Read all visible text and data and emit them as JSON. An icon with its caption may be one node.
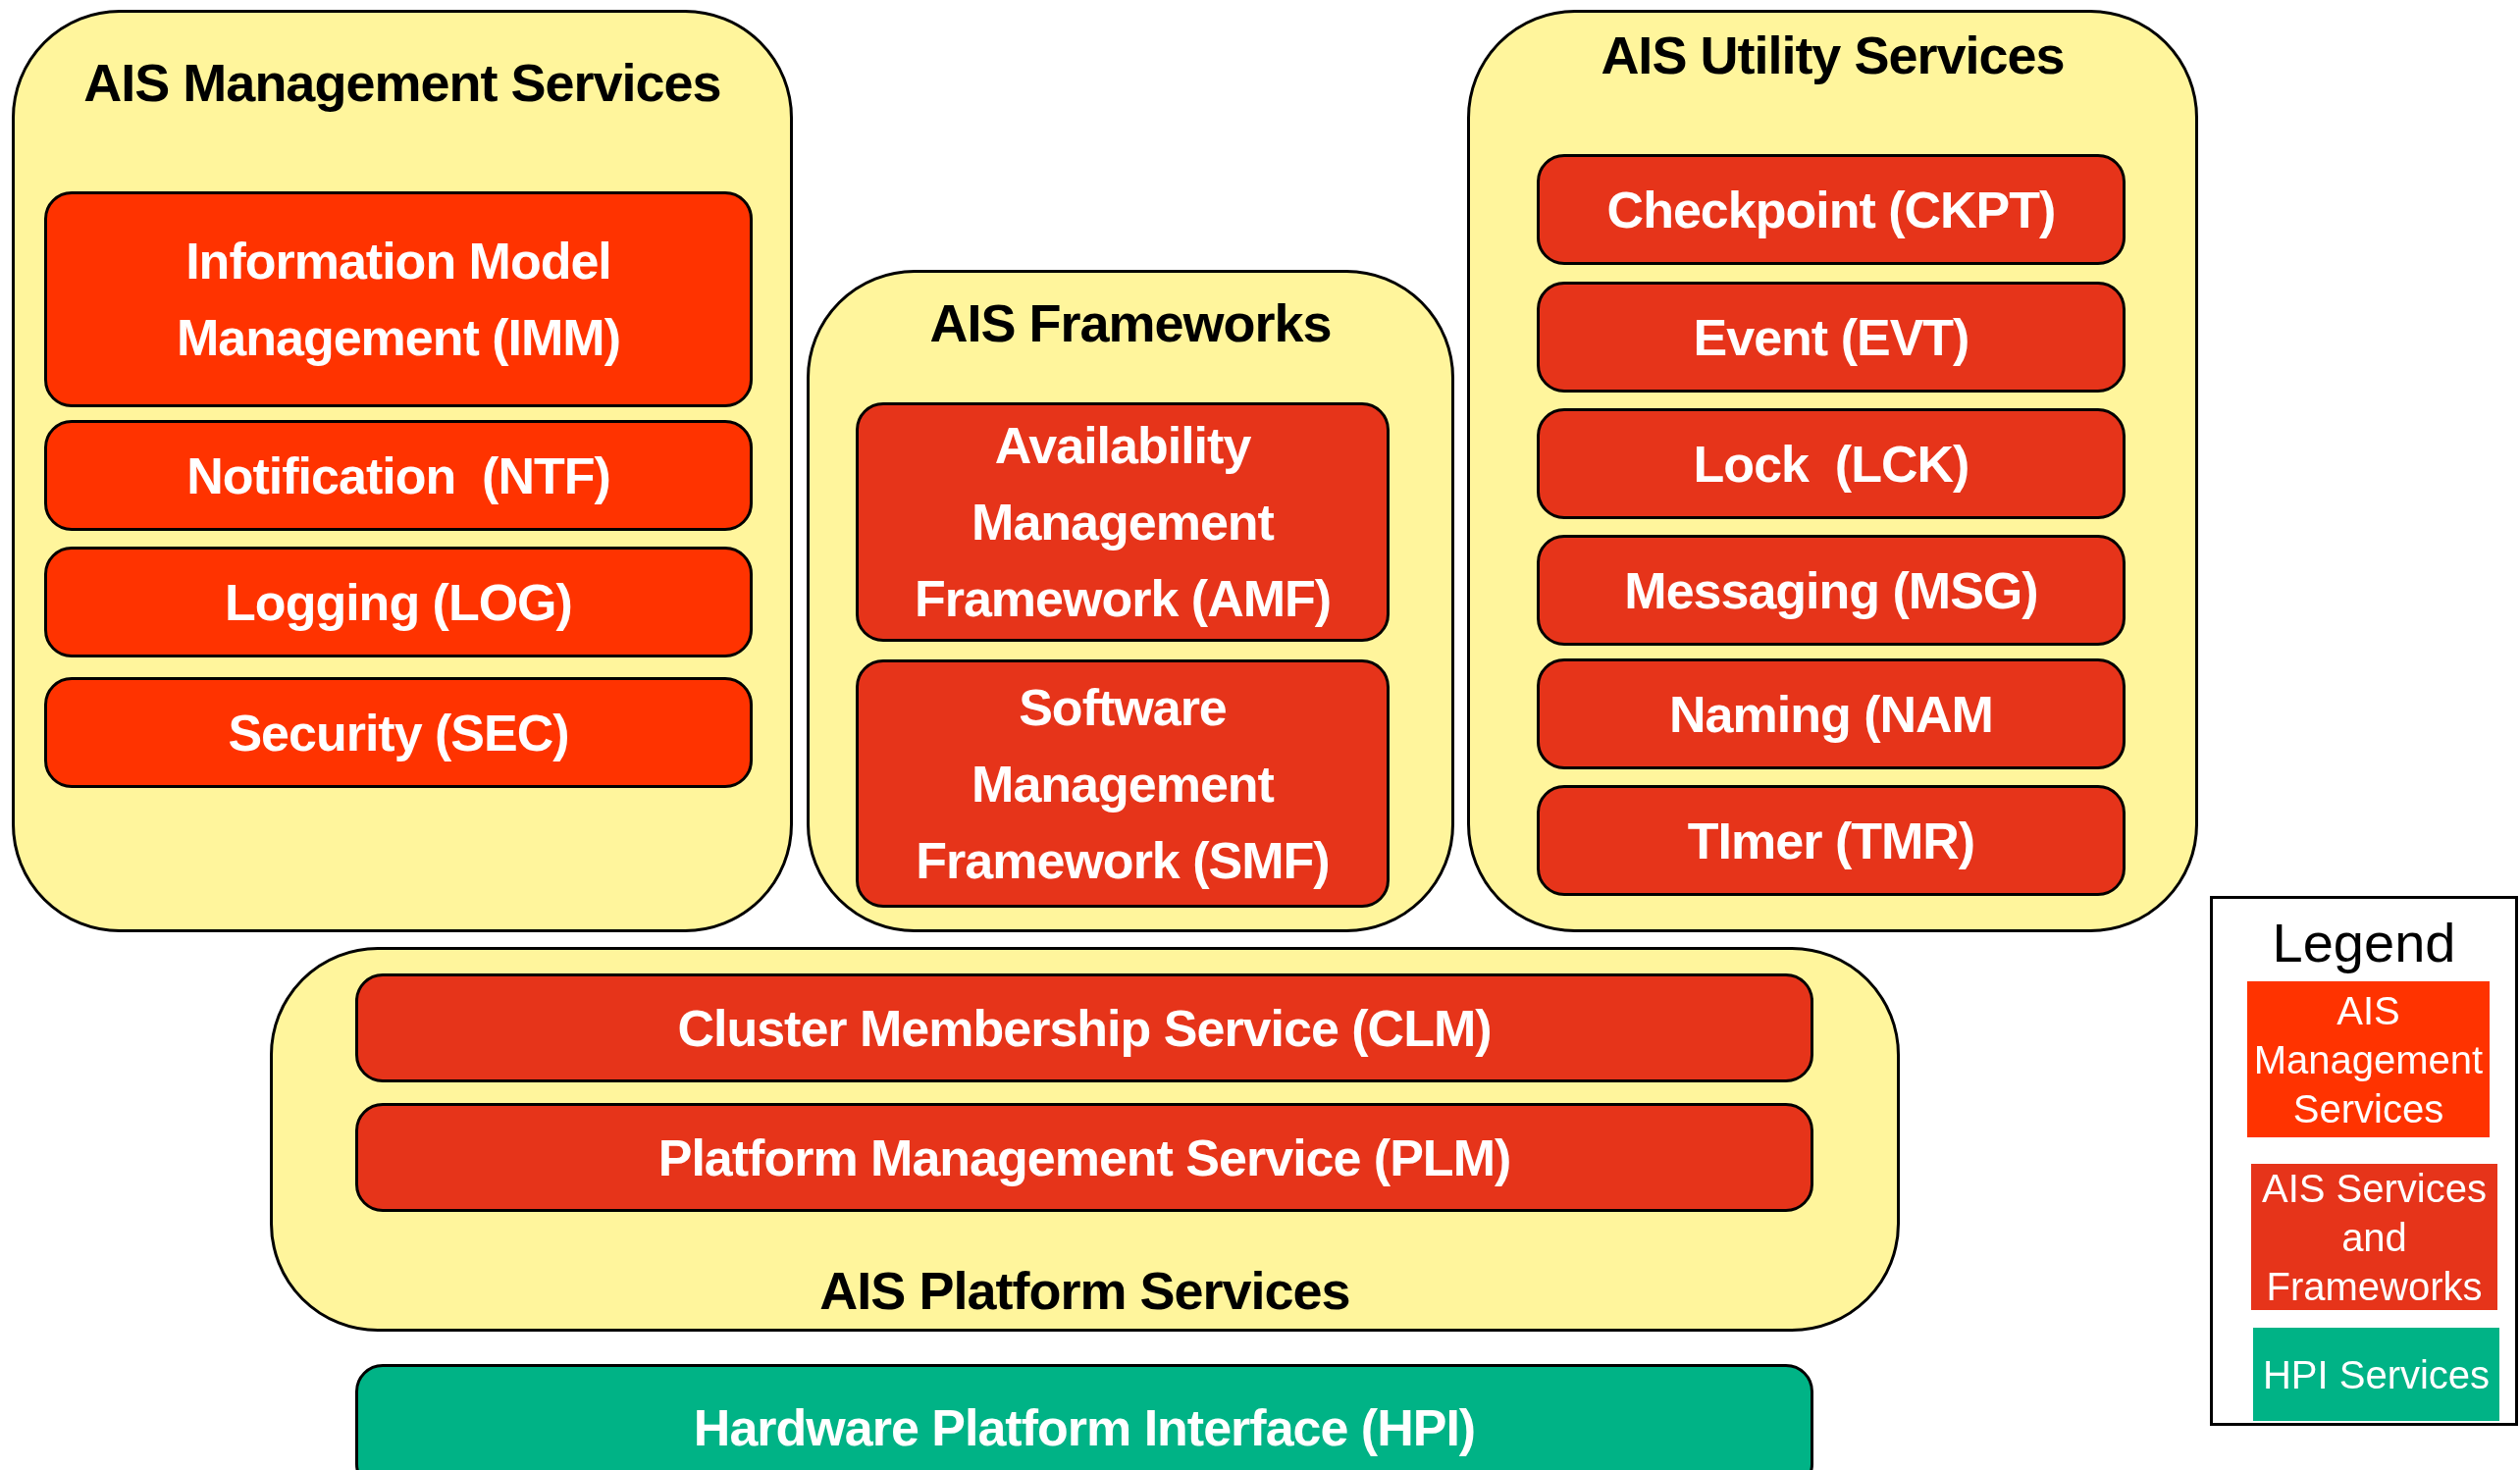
{
  "diagram": {
    "nodes": [
      {
        "text": [
          "AIS Management Services"
        ]
      },
      {
        "text": [
          "Information Model Management (IMM)"
        ],
        "in": 0
      },
      {
        "text": [
          "Notification  (NTF)"
        ],
        "in": 0
      },
      {
        "text": [
          "Logging (LOG)"
        ],
        "in": 0
      },
      {
        "text": [
          "Security (SEC)"
        ],
        "in": 0
      },
      {
        "text": [
          "AIS Frameworks"
        ]
      },
      {
        "text": [
          "Availability Management Framework (AMF)"
        ],
        "in": 5
      },
      {
        "text": [
          "Software Management Framework (SMF)"
        ],
        "in": 5
      },
      {
        "text": [
          "AIS Utility Services"
        ]
      },
      {
        "text": [
          "Checkpoint (CKPT)"
        ],
        "in": 8
      },
      {
        "text": [
          "Event (EVT)"
        ],
        "in": 8
      },
      {
        "text": [
          "Lock  (LCK)"
        ],
        "in": 8
      },
      {
        "text": [
          "Messaging (MSG)"
        ],
        "in": 8
      },
      {
        "text": [
          "Naming (NAM"
        ],
        "in": 8
      },
      {
        "text": [
          "TImer (TMR)"
        ],
        "in": 8
      },
      {
        "text": [
          "AIS Platform Services"
        ]
      },
      {
        "text": [
          "Cluster Membership Service (CLM)"
        ],
        "in": 15
      },
      {
        "text": [
          "Platform Management Service (PLM)"
        ],
        "in": 15
      },
      {
        "text": [
          "Hardware Platform Interface (HPI)"
        ]
      }
    ],
    "edges": [],
    "labels": [
      "Legend"
    ],
    "legend": [
      {
        "text": "AIS Management Services",
        "color": "#ff3300"
      },
      {
        "text": "AIS Services and Frameworks",
        "color": "#e6341a"
      },
      {
        "text": "HPI Services",
        "color": "#00b386"
      }
    ]
  }
}
